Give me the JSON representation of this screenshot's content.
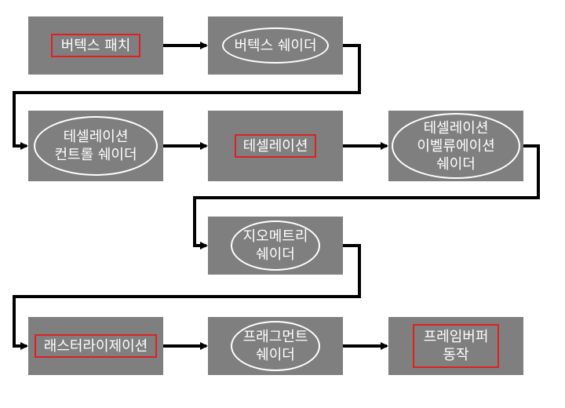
{
  "nodes": [
    {
      "id": "vertex-patch",
      "label": "버텍스  패치",
      "frame": "rect"
    },
    {
      "id": "vertex-shader",
      "label": "버텍스 쉐이더",
      "frame": "ellipse"
    },
    {
      "id": "tess-control-shader",
      "label": "테셀레이션\n컨트롤 쉐이더",
      "frame": "ellipse"
    },
    {
      "id": "tessellation",
      "label": "테셀레이션",
      "frame": "rect"
    },
    {
      "id": "tess-eval-shader",
      "label": "테셀레이션\n이벨류에이션\n쉐이더",
      "frame": "ellipse"
    },
    {
      "id": "geometry-shader",
      "label": "지오메트리\n쉐이더",
      "frame": "ellipse"
    },
    {
      "id": "rasterization",
      "label": "래스터라이제이션",
      "frame": "rect"
    },
    {
      "id": "fragment-shader",
      "label": "프래그먼트\n쉐이더",
      "frame": "ellipse"
    },
    {
      "id": "framebuffer-ops",
      "label": "프레임버퍼\n동작",
      "frame": "rect"
    }
  ],
  "colors": {
    "box_fill": "#7f7f7f",
    "text": "#ffffff",
    "rect_frame": "#e02020",
    "ellipse_frame": "#ffffff",
    "connector": "#000000"
  }
}
